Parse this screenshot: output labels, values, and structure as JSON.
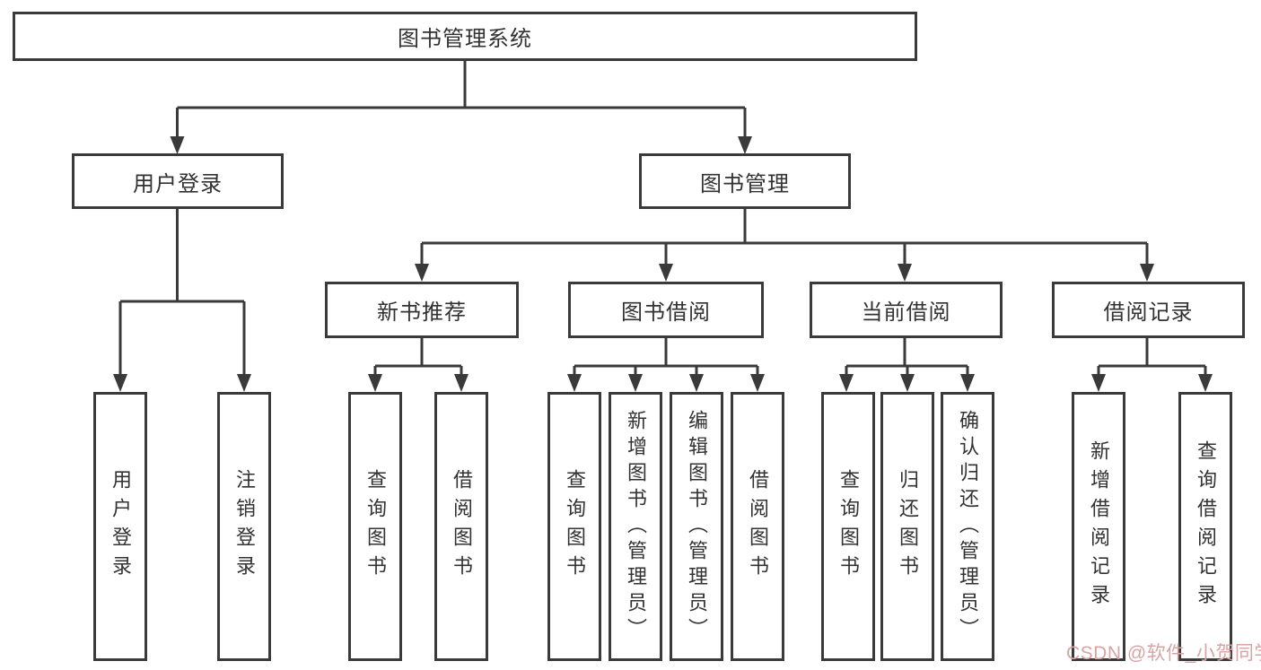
{
  "colors": {
    "line": "#3a3a3a",
    "text": "#323232",
    "watermark": "#d9a3a3",
    "background": "#ffffff"
  },
  "tree": {
    "root": "图书管理系统",
    "children": [
      {
        "label": "用户登录",
        "children": [
          {
            "label": "用户登录"
          },
          {
            "label": "注销登录"
          }
        ]
      },
      {
        "label": "图书管理",
        "children": [
          {
            "label": "新书推荐",
            "children": [
              {
                "label": "查询图书"
              },
              {
                "label": "借阅图书"
              }
            ]
          },
          {
            "label": "图书借阅",
            "children": [
              {
                "label": "查询图书"
              },
              {
                "label": "新增图书（管理员）"
              },
              {
                "label": "编辑图书（管理员）"
              },
              {
                "label": "借阅图书"
              }
            ]
          },
          {
            "label": "当前借阅",
            "children": [
              {
                "label": "查询图书"
              },
              {
                "label": "归还图书"
              },
              {
                "label": "确认归还（管理员）"
              }
            ]
          },
          {
            "label": "借阅记录",
            "children": [
              {
                "label": "新增借阅记录"
              },
              {
                "label": "查询借阅记录"
              }
            ]
          }
        ]
      }
    ]
  },
  "watermark": {
    "text": "CSDN @软件_小贺同学"
  }
}
